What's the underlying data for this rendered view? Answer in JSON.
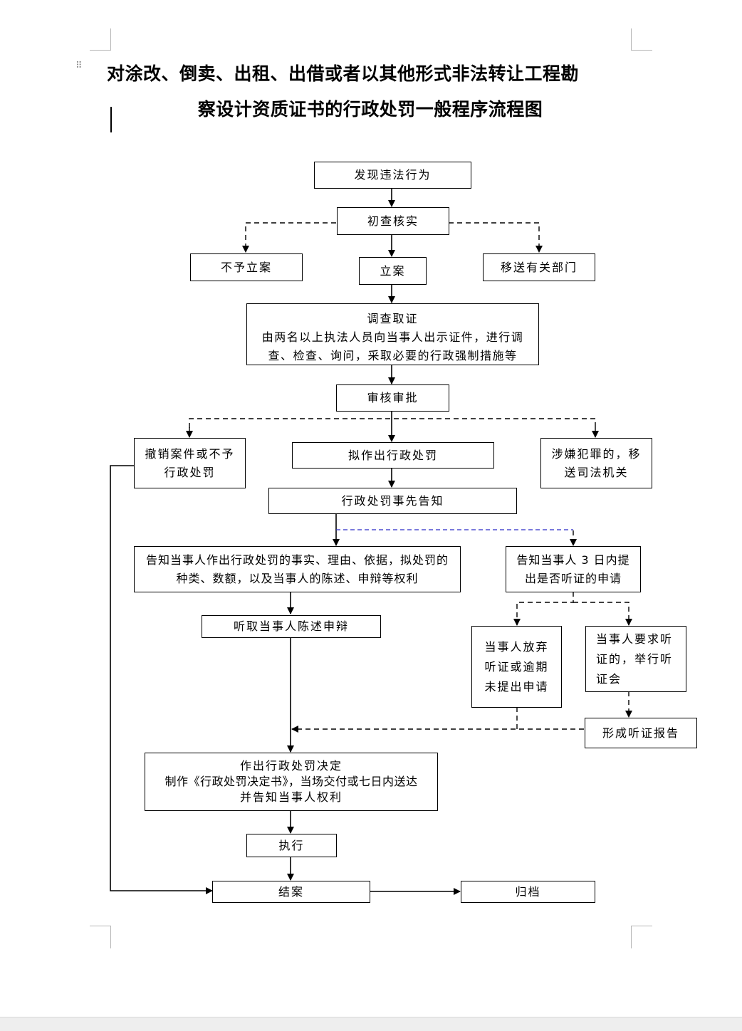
{
  "title": {
    "line1": "对涂改、倒卖、出租、出借或者以其他形式非法转让工程勘",
    "line2": "察设计资质证书的行政处罚一般程序流程图"
  },
  "flowchart": {
    "discover": "发现违法行为",
    "initial_check": "初查核实",
    "no_case": "不予立案",
    "file_case": "立案",
    "transfer_dept": "移送有关部门",
    "investigate": {
      "title": "调查取证",
      "line1": "由两名以上执法人员向当事人出示证件，进行调",
      "line2": "查、检查、询问，采取必要的行政强制措施等"
    },
    "review": "审核审批",
    "revoke": {
      "line1": "撤销案件或不予",
      "line2": "行政处罚"
    },
    "propose_penalty": "拟作出行政处罚",
    "crime": {
      "line1": "涉嫌犯罪的，移",
      "line2": "送司法机关"
    },
    "prior_notice": "行政处罚事先告知",
    "notify_facts": {
      "line1": "告知当事人作出行政处罚的事实、理由、依据，拟处罚的",
      "line2": "种类、数额，以及当事人的陈述、申辩等权利"
    },
    "notify_hearing": {
      "line1": "告知当事人 3 日内提",
      "line2": "出是否听证的申请"
    },
    "listen": "听取当事人陈述申辩",
    "waive": {
      "line1": "当事人放弃",
      "line2": "听证或逾期",
      "line3": "未提出申请"
    },
    "request": {
      "line1": "当事人要求听",
      "line2": "证的，举行听",
      "line3": "证会"
    },
    "hearing_report": "形成听证报告",
    "decision": {
      "line1": "作出行政处罚决定",
      "line2": "制作《行政处罚决定书》，当场交付或七日内送达",
      "line3": "并告知当事人权利"
    },
    "execute": "执行",
    "close_case": "结案",
    "archive": "归档"
  }
}
